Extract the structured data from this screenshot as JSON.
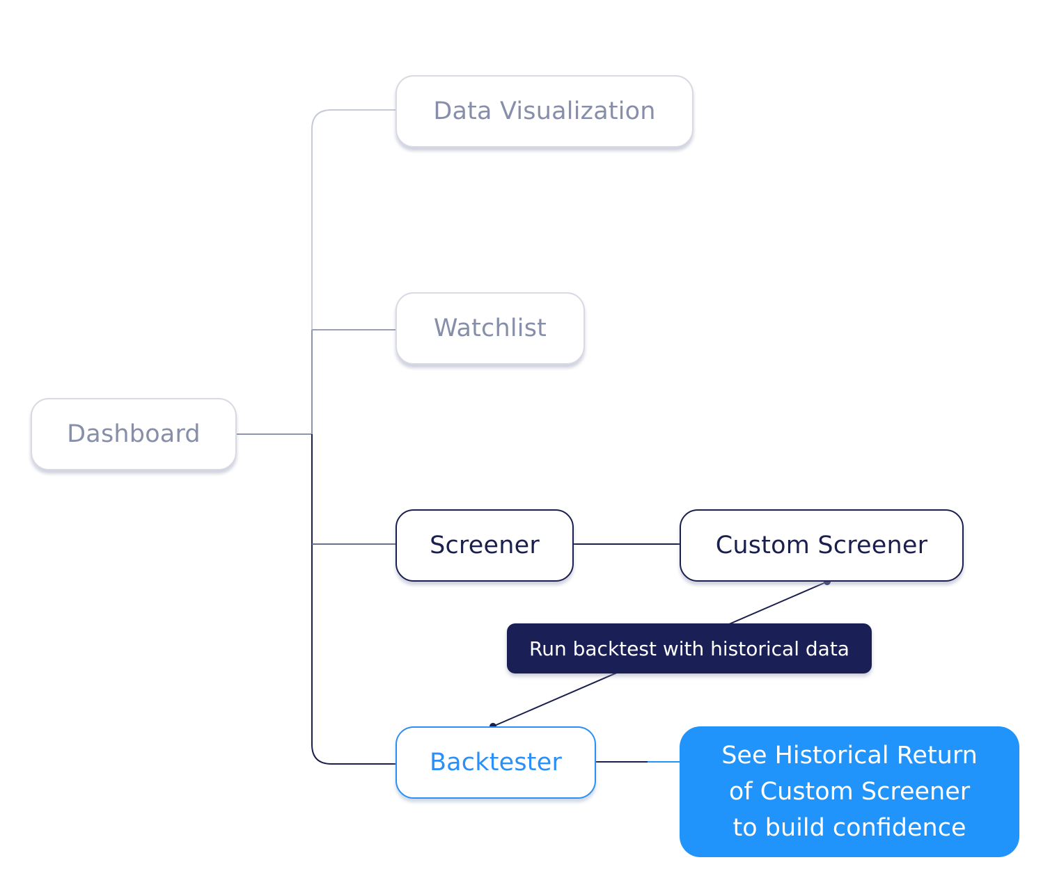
{
  "diagram": {
    "root": {
      "label": "Dashboard",
      "state": "muted"
    },
    "children": [
      {
        "id": "dataviz",
        "label": "Data Visualization",
        "state": "muted"
      },
      {
        "id": "watchlist",
        "label": "Watchlist",
        "state": "muted"
      },
      {
        "id": "screener",
        "label": "Screener",
        "state": "active"
      },
      {
        "id": "backtester",
        "label": "Backtester",
        "state": "highlighted"
      }
    ],
    "screener_child": {
      "label": "Custom Screener",
      "state": "active"
    },
    "edge_label": "Run backtest with historical data",
    "callout": {
      "lines": [
        "See Historical Return",
        "of Custom Screener",
        "to build confidence"
      ]
    },
    "colors": {
      "muted_text": "#878ea9",
      "muted_border": "#d7d9e3",
      "dark": "#1a1f4d",
      "accent_blue": "#2194fb",
      "line_muted": "#9a9fb8"
    }
  }
}
